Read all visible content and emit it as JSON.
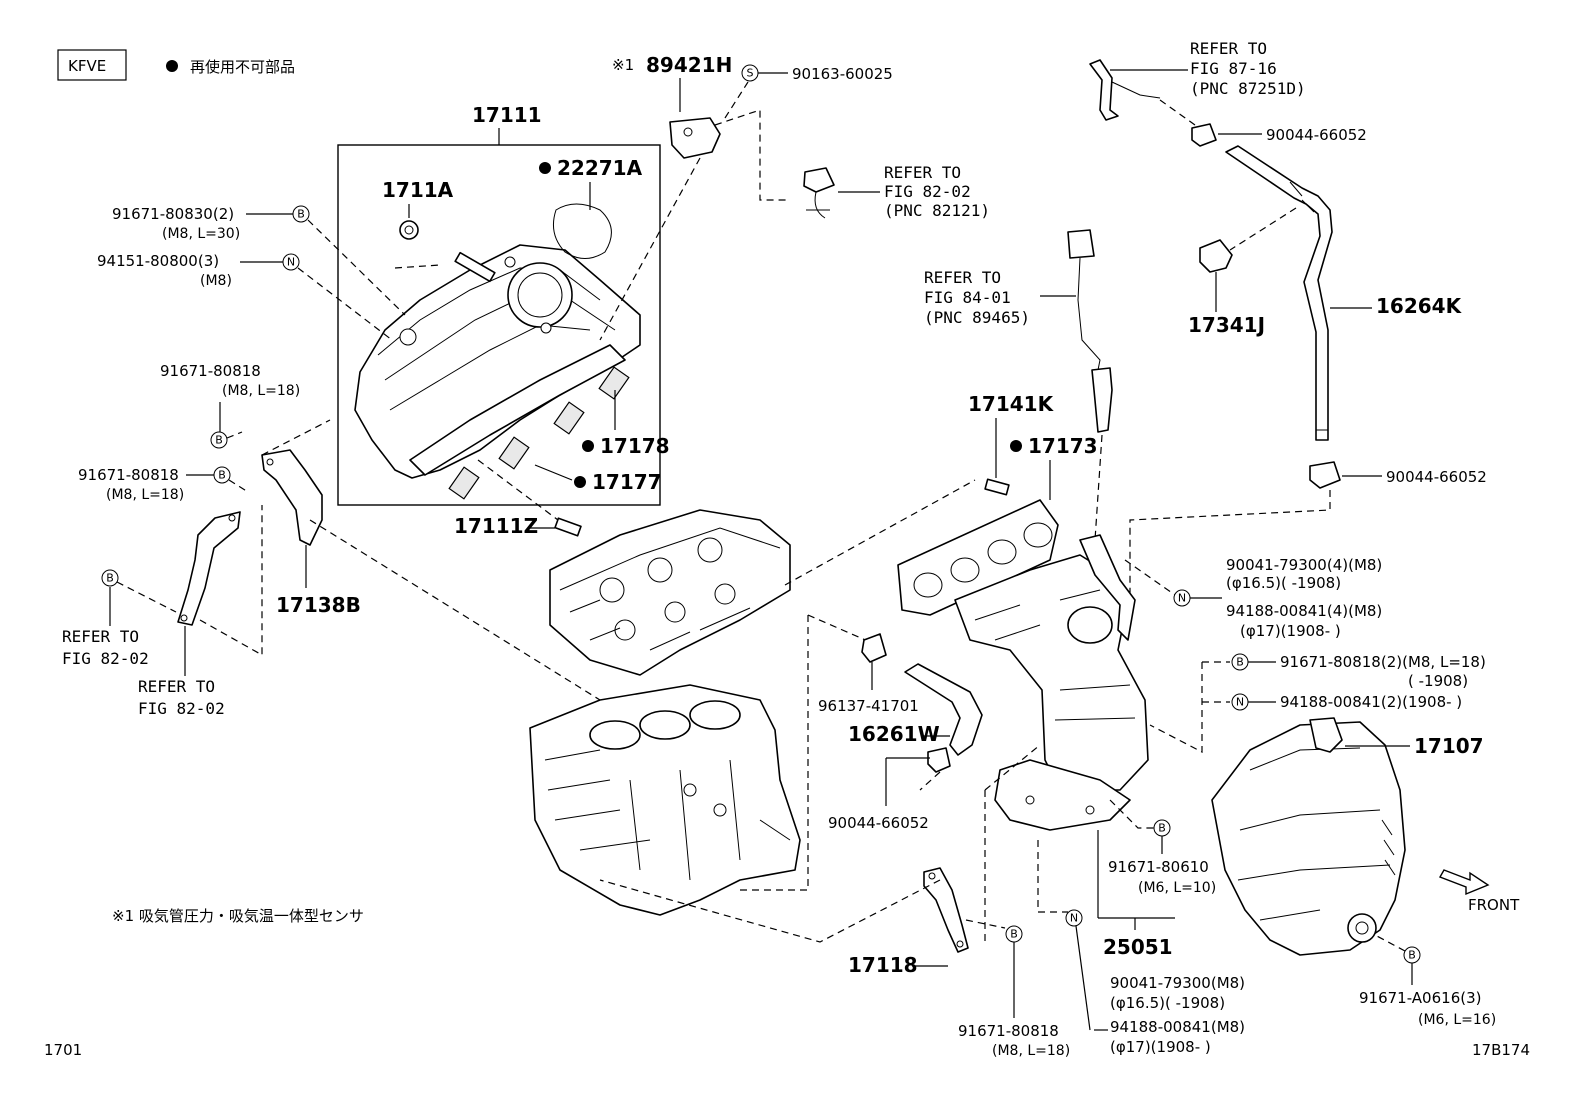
{
  "header": {
    "engine_code": "KFVE",
    "legend_text": "再使用不可部品"
  },
  "footnote": "※1 吸気管圧力・吸気温一体型センサ",
  "page_number": "1701",
  "figure_code": "17B174",
  "front_label": "FRONT",
  "icons": {
    "bullet": "filled-circle-icon",
    "symbol_B": "B",
    "symbol_N": "N",
    "symbol_S": "S"
  },
  "labels": {
    "p17111": "17111",
    "p1711A": "1711A",
    "p22271A": "22271A",
    "p89421H": "89421H",
    "p89421H_prefix": "※1",
    "p90163": "90163-60025",
    "ref_82_02_top_1": "REFER TO",
    "ref_82_02_top_2": "FIG 82-02",
    "ref_82_02_top_3": "(PNC 82121)",
    "ref_87_16_1": "REFER TO",
    "ref_87_16_2": "FIG 87-16",
    "ref_87_16_3": "(PNC 87251D)",
    "p90044_top": "90044-66052",
    "p17341J": "17341J",
    "p16264K": "16264K",
    "ref_84_01_1": "REFER TO",
    "ref_84_01_2": "FIG 84-01",
    "ref_84_01_3": "(PNC 89465)",
    "p91671_80830": "91671-80830(2)",
    "p91671_80830_sub": "(M8, L=30)",
    "p94151": "94151-80800(3)",
    "p94151_sub": "(M8)",
    "p91671_80818_a": "91671-80818",
    "p91671_80818_a_sub": "(M8, L=18)",
    "p91671_80818_b": "91671-80818",
    "p91671_80818_b_sub": "(M8, L=18)",
    "p17178": "17178",
    "p17177": "17177",
    "p17111Z": "17111Z",
    "p17138B": "17138B",
    "ref_82_02_left_1": "REFER TO",
    "ref_82_02_left_2": "FIG 82-02",
    "ref_82_02_mid_1": "REFER TO",
    "ref_82_02_mid_2": "FIG 82-02",
    "p17141K": "17141K",
    "p17173": "17173",
    "p90044_right": "90044-66052",
    "p90041_a": "90041-79300(4)(M8)",
    "p90041_a_sub": "(φ16.5)(      -1908)",
    "p94188_a": "94188-00841(4)(M8)",
    "p94188_a_sub": "(φ17)(1908-      )",
    "p91671_80818_c": "91671-80818(2)(M8, L=18)",
    "p91671_80818_c_sub": "(      -1908)",
    "p94188_b": "94188-00841(2)(1908-      )",
    "p96137": "96137-41701",
    "p16261W": "16261W",
    "p90044_lower": "90044-66052",
    "p17107": "17107",
    "p91671_80610": "91671-80610",
    "p91671_80610_sub": "(M6, L=10)",
    "p25051": "25051",
    "p17118": "17118",
    "p91671_80818_d": "91671-80818",
    "p91671_80818_d_sub": "(M8, L=18)",
    "p90041_b": "90041-79300(M8)",
    "p90041_b_sub": "(φ16.5)(      -1908)",
    "p94188_c": "94188-00841(M8)",
    "p94188_c_sub": "(φ17)(1908-      )",
    "p91671_A0616": "91671-A0616(3)",
    "p91671_A0616_sub": "(M6, L=16)"
  }
}
